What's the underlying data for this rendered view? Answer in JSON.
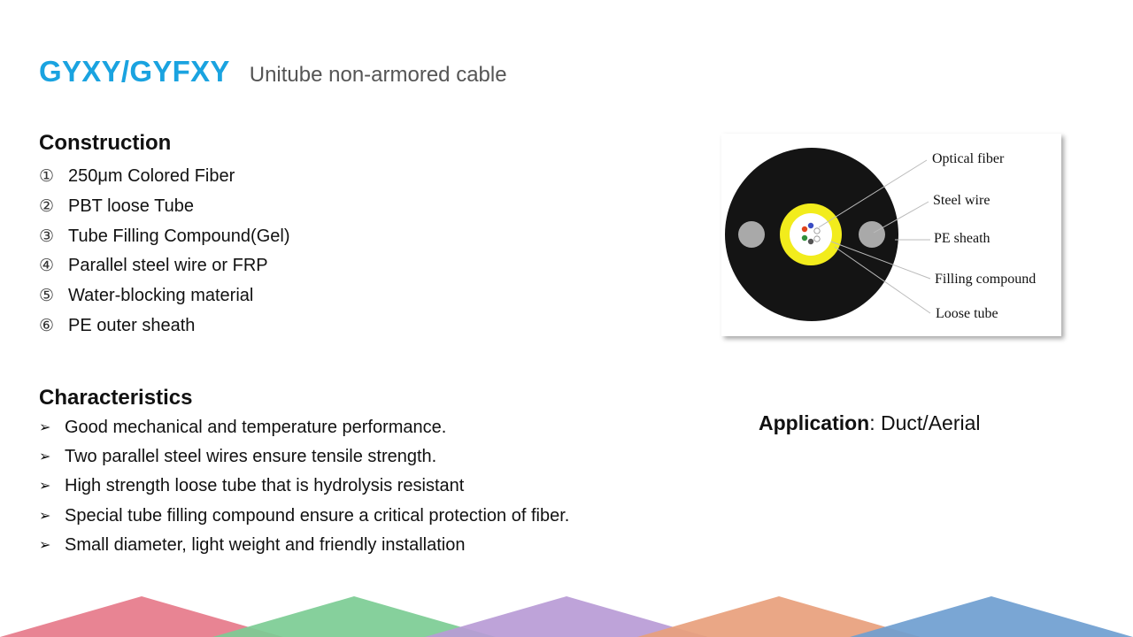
{
  "title": {
    "main": "GYXY/GYFXY",
    "sub": "Unitube non-armored cable"
  },
  "construction": {
    "heading": "Construction",
    "items": [
      {
        "mark": "①",
        "text": "250μm Colored Fiber"
      },
      {
        "mark": "②",
        "text": "PBT loose Tube"
      },
      {
        "mark": "③",
        "text": "Tube Filling Compound(Gel)"
      },
      {
        "mark": "④",
        "text": "Parallel steel wire or FRP"
      },
      {
        "mark": "⑤",
        "text": "Water-blocking material"
      },
      {
        "mark": "⑥",
        "text": "PE outer sheath"
      }
    ]
  },
  "characteristics": {
    "heading": "Characteristics",
    "bullet": "➢",
    "items": [
      "Good mechanical and temperature performance.",
      "Two parallel steel wires ensure tensile strength.",
      "High strength loose tube that is hydrolysis resistant",
      "Special tube filling compound ensure a critical protection of fiber.",
      "Small diameter, light weight and friendly installation"
    ]
  },
  "diagram": {
    "labels": [
      "Optical fiber",
      "Steel wire",
      "PE sheath",
      "Filling compound",
      "Loose tube"
    ],
    "colors": {
      "sheath": "#141414",
      "steel_wire": "#a9a9a9",
      "loose_tube": "#f2ec1c",
      "filling": "#ffffff"
    }
  },
  "application": {
    "label": "Application",
    "value": ": Duct/Aerial"
  },
  "decor_colors": [
    "#e67a8a",
    "#7ccc94",
    "#b99bd6",
    "#e8a07c",
    "#6f9ed0"
  ]
}
